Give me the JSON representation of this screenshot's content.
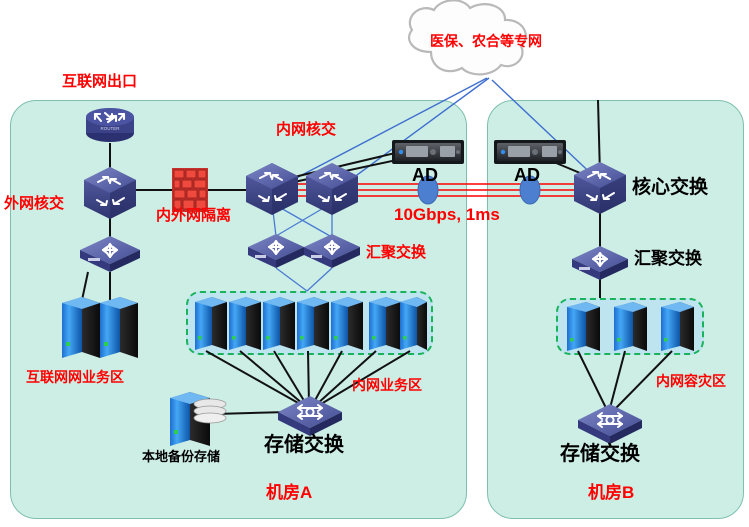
{
  "diagram": {
    "title": "hospital-dual-datacenter-network-topology",
    "background": "#ffffff",
    "room_fill": "#cdeee4",
    "accent_red": "#ff0000",
    "link_red": "#ff0000",
    "link_blue": "#3f6fd0",
    "link_black": "#111111",
    "dash_green": "#19b45a",
    "zone_fill": "#bde4ef"
  },
  "cloud": {
    "label": "医保、农合等专网",
    "name": "external-private-network-cloud"
  },
  "rooms": [
    {
      "id": "A",
      "label": "机房A"
    },
    {
      "id": "B",
      "label": "机房B"
    }
  ],
  "labels": {
    "internet_exit": "互联网出口",
    "external_core_switch": "外网核交",
    "internal_external_isolation": "内外网隔离",
    "internal_core_switch": "内网核交",
    "aggregation_switch_a": "汇聚交换",
    "internet_business_zone": "互联网网业务区",
    "intranet_business_zone": "内网业务区",
    "local_backup_storage": "本地备份存储",
    "storage_switch_a": "存储交换",
    "ad_left": "AD",
    "ad_right": "AD",
    "link_speed": "10Gbps, 1ms",
    "core_switch_b": "核心交换",
    "aggregation_switch_b": "汇聚交换",
    "dr_zone_b": "内网容灾区",
    "storage_switch_b": "存储交换"
  },
  "devices": [
    {
      "name": "internet-router",
      "type": "router",
      "label": "互联网出口"
    },
    {
      "name": "external-core-switch",
      "type": "core-switch",
      "label": "外网核交"
    },
    {
      "name": "external-access-switch",
      "type": "switch",
      "label": ""
    },
    {
      "name": "firewall-isolation",
      "type": "firewall",
      "label": "内外网隔离"
    },
    {
      "name": "internal-core-switch-1",
      "type": "core-switch",
      "label": "内网核交"
    },
    {
      "name": "internal-core-switch-2",
      "type": "core-switch",
      "label": "内网核交"
    },
    {
      "name": "aggregation-switch-a-1",
      "type": "switch",
      "label": "汇聚交换"
    },
    {
      "name": "aggregation-switch-a-2",
      "type": "switch",
      "label": "汇聚交换"
    },
    {
      "name": "ad-appliance-left",
      "type": "appliance",
      "label": "AD"
    },
    {
      "name": "ad-appliance-right",
      "type": "appliance",
      "label": "AD"
    },
    {
      "name": "core-switch-b",
      "type": "core-switch",
      "label": "核心交换"
    },
    {
      "name": "aggregation-switch-b",
      "type": "switch",
      "label": "汇聚交换"
    },
    {
      "name": "storage-switch-a",
      "type": "storage-switch",
      "label": "存储交换"
    },
    {
      "name": "storage-switch-b",
      "type": "storage-switch",
      "label": "存储交换"
    },
    {
      "name": "backup-storage",
      "type": "storage",
      "label": "本地备份存储"
    }
  ],
  "zones": {
    "internet_business": {
      "label": "互联网网业务区",
      "server_count": 2
    },
    "intranet_business": {
      "label": "内网业务区",
      "server_count": 7
    },
    "dr_zone": {
      "label": "内网容灾区",
      "server_count": 3
    }
  },
  "links": {
    "wan_label": "10Gbps, 1ms"
  }
}
